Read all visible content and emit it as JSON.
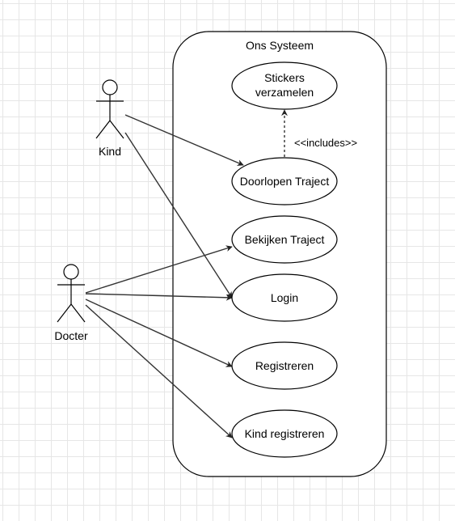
{
  "system": {
    "title": "Ons Systeem"
  },
  "actors": {
    "kind": "Kind",
    "docter": "Docter"
  },
  "use_cases": {
    "stickers_line1": "Stickers",
    "stickers_line2": "verzamelen",
    "doorlopen": "Doorlopen Traject",
    "bekijken": "Bekijken Traject",
    "login": "Login",
    "registreren": "Registreren",
    "kind_registreren": "Kind registreren"
  },
  "relations": {
    "includes_label": "<<includes>>"
  },
  "colors": {
    "line": "#333333",
    "grid": "#e6e6e6"
  }
}
